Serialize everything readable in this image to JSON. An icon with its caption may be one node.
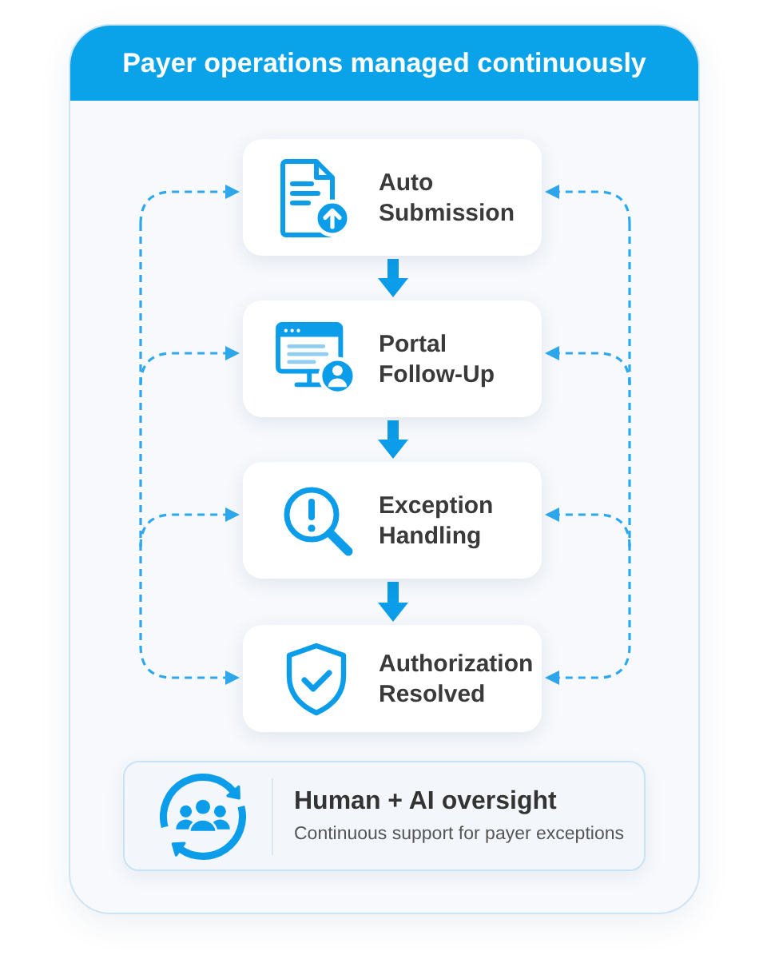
{
  "diagram": {
    "title": "Payer operations managed continuously",
    "nodes": [
      {
        "text": [
          "Auto Submission"
        ]
      },
      {
        "text": [
          "Portal Follow-Up"
        ]
      },
      {
        "text": [
          "Exception Handling"
        ]
      },
      {
        "text": [
          "Authorization Resolved"
        ]
      },
      {
        "text": [
          "Human + AI oversight",
          "Continuous support for payer exceptions"
        ]
      }
    ],
    "edges": [
      {
        "from": 0,
        "to": 1,
        "arrow": "to",
        "style": "thick"
      },
      {
        "from": 1,
        "to": 2,
        "arrow": "to",
        "style": "thick"
      },
      {
        "from": 2,
        "to": 3,
        "arrow": "to",
        "style": "thick"
      },
      {
        "from": null,
        "to": 0,
        "arrow": "to",
        "style": "dashed"
      },
      {
        "from": null,
        "to": 1,
        "arrow": "to",
        "style": "dashed"
      },
      {
        "from": null,
        "to": 2,
        "arrow": "to",
        "style": "dashed"
      },
      {
        "from": null,
        "to": 3,
        "arrow": "to",
        "style": "dashed"
      },
      {
        "from": null,
        "to": 0,
        "arrow": "to",
        "style": "dashed"
      },
      {
        "from": null,
        "to": 1,
        "arrow": "to",
        "style": "dashed"
      },
      {
        "from": null,
        "to": 2,
        "arrow": "to",
        "style": "dashed"
      },
      {
        "from": null,
        "to": 3,
        "arrow": "to",
        "style": "dashed"
      }
    ]
  }
}
